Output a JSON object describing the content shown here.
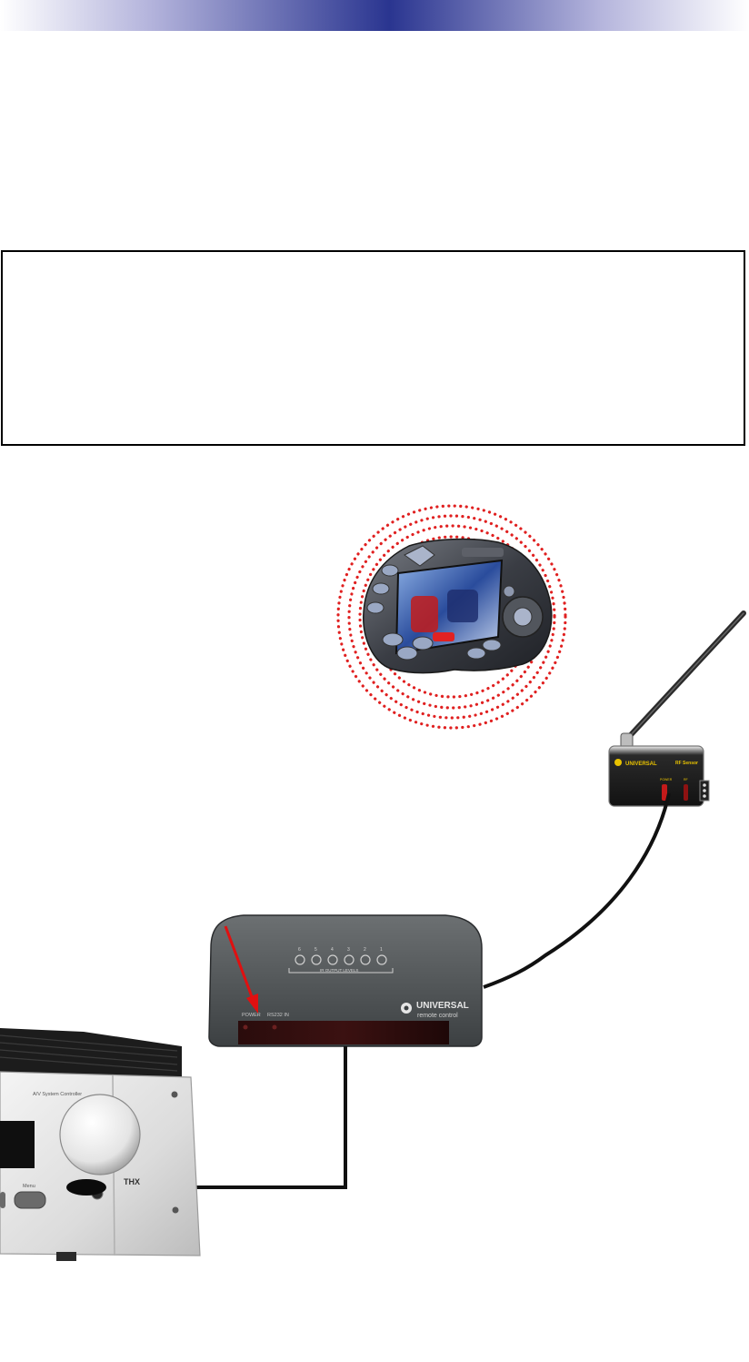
{
  "page": {
    "accent_colors": {
      "header_dark": "#2a3590",
      "header_light": "#b4b4dc",
      "signal_dots": "#e02020",
      "indicator_arrow": "#e01010"
    }
  },
  "diagram": {
    "remote": {
      "icon": "touchscreen-remote-icon"
    },
    "rf_sensor": {
      "brand": "UNIVERSAL",
      "title": "RF Sensor",
      "power_label": "POWER",
      "rf_label": "RF",
      "icon": "rf-sensor-icon"
    },
    "base_station": {
      "brand": "UNIVERSAL",
      "tagline": "remote control",
      "levels_label": "IR OUTPUT LEVELS",
      "power_label": "POWER",
      "rs232_label": "RS232 IN",
      "level_numbers": [
        "6",
        "5",
        "4",
        "3",
        "2",
        "1"
      ],
      "icon": "base-station-icon"
    },
    "receiver": {
      "model_label": "A/V System Controller",
      "menu_label": "Menu",
      "thx_label": "THX",
      "icon": "av-receiver-icon"
    }
  }
}
